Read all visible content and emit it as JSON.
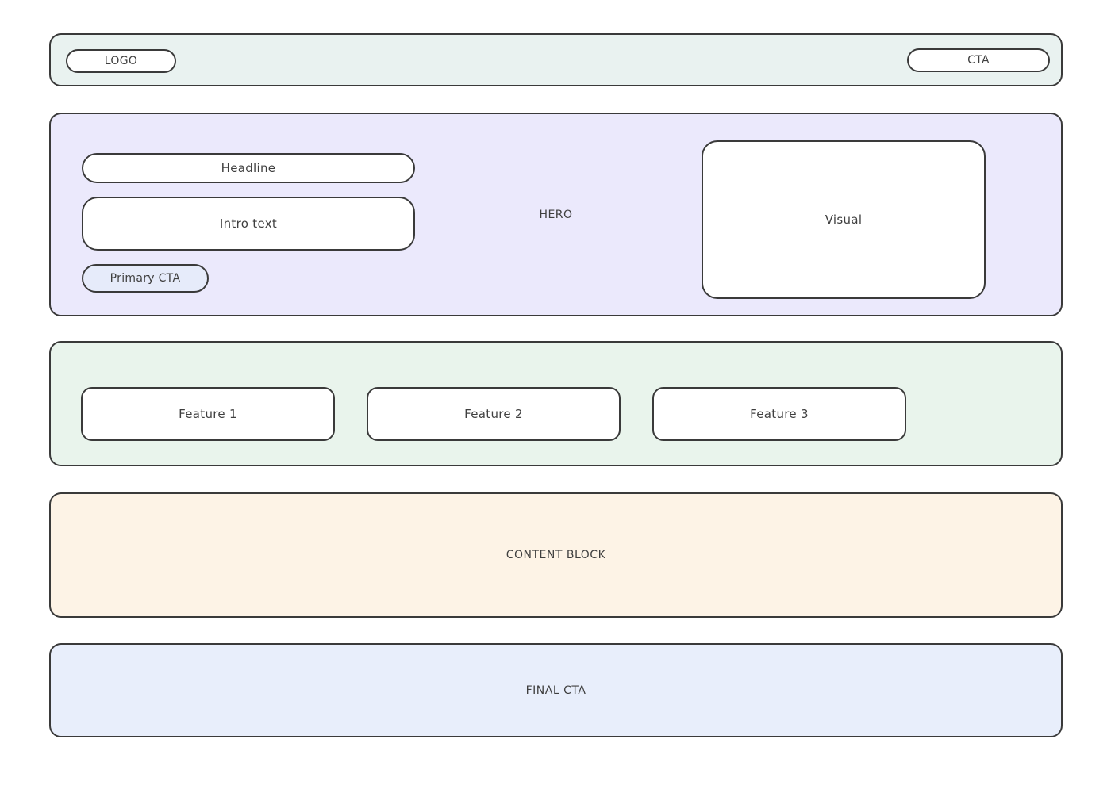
{
  "header": {
    "bg": "#e9f2f0",
    "logo_label": "LOGO",
    "cta_label": "CTA"
  },
  "hero": {
    "bg": "#ebe9fc",
    "label": "HERO",
    "headline": "Headline",
    "intro": "Intro text",
    "primary_cta": "Primary CTA",
    "primary_cta_bg": "#e6ebfa",
    "visual": "Visual"
  },
  "features": {
    "bg": "#e9f4ec",
    "items": [
      {
        "label": "Feature 1"
      },
      {
        "label": "Feature 2"
      },
      {
        "label": "Feature 3"
      }
    ]
  },
  "content_block": {
    "bg": "#fdf3e6",
    "label": "CONTENT BLOCK"
  },
  "final_cta": {
    "bg": "#e8eefb",
    "label": "FINAL CTA"
  },
  "palette": {
    "border": "#3a3a3a",
    "text": "#3f3f3f",
    "page_bg": "#ffffff"
  }
}
